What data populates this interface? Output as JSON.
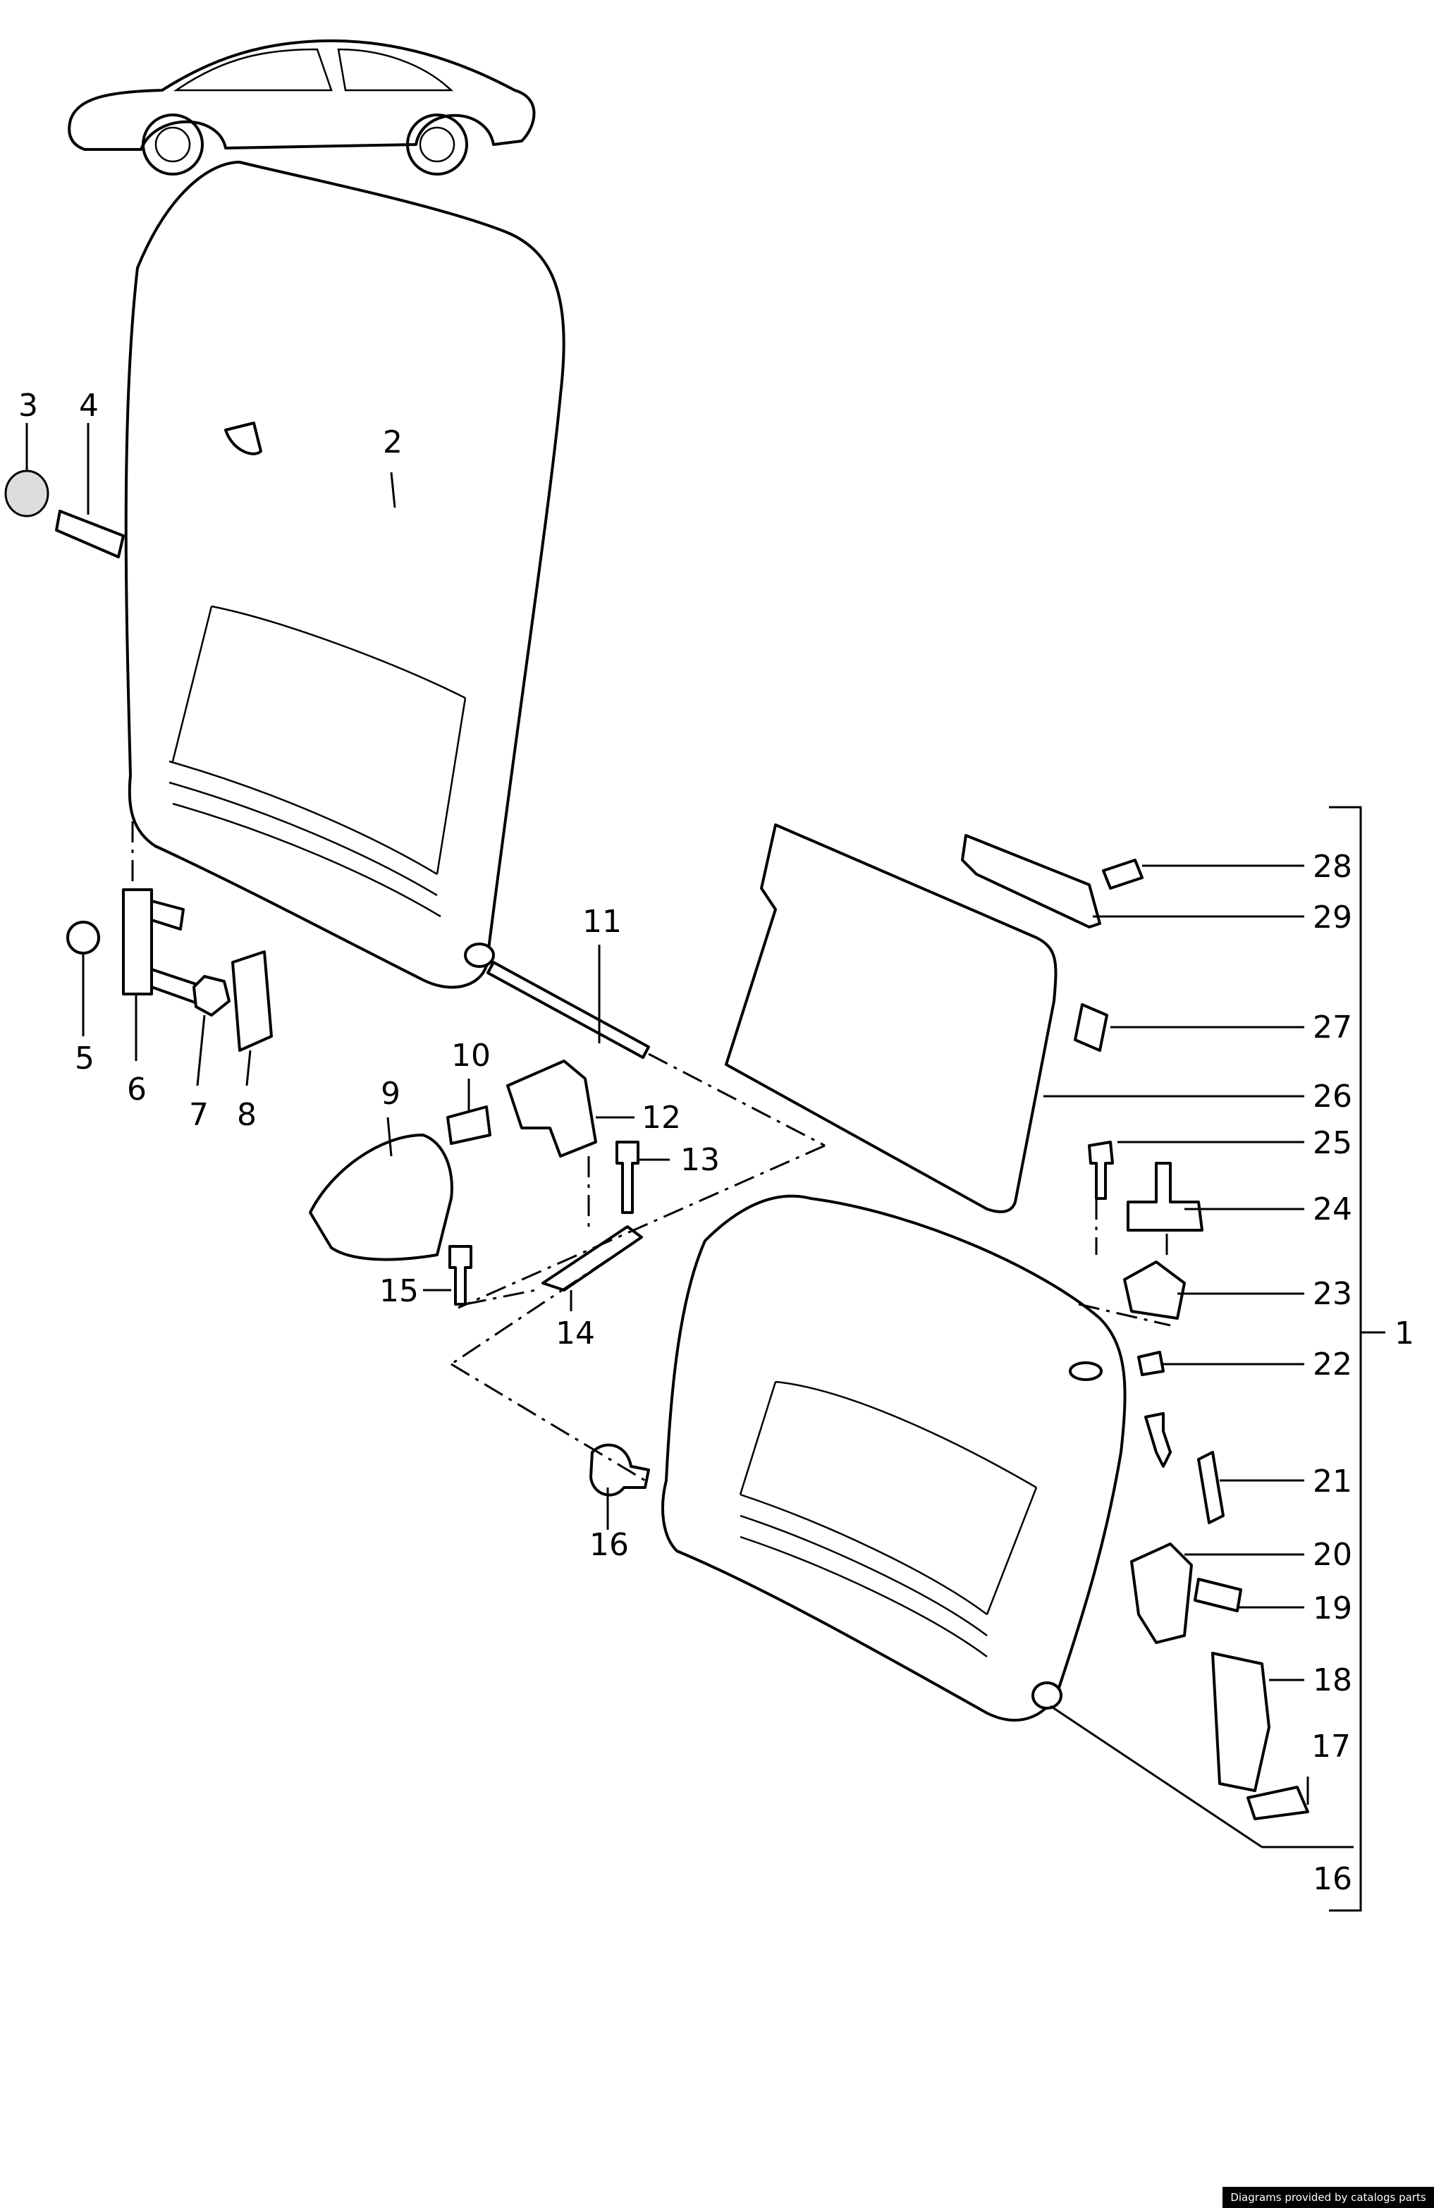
{
  "labels": [
    "1",
    "2",
    "3",
    "4",
    "5",
    "6",
    "7",
    "8",
    "9",
    "10",
    "11",
    "12",
    "13",
    "14",
    "15",
    "16",
    "16",
    "17",
    "18",
    "19",
    "20",
    "21",
    "22",
    "23",
    "24",
    "25",
    "26",
    "27",
    "28",
    "29"
  ],
  "credit": "Diagrams provided by catalogs parts"
}
